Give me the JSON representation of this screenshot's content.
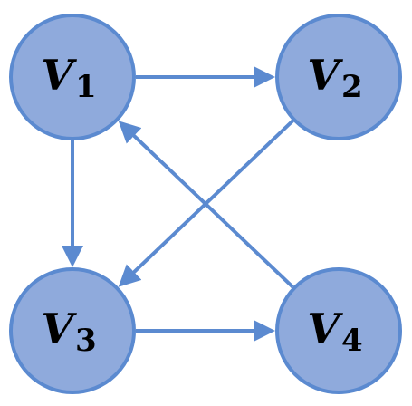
{
  "colors": {
    "node_fill": "#8faadc",
    "node_stroke": "#5b8ad0",
    "edge": "#5b8ad0",
    "label": "#000000"
  },
  "nodes": [
    {
      "id": "v1",
      "letter": "V",
      "subscript": "1"
    },
    {
      "id": "v2",
      "letter": "V",
      "subscript": "2"
    },
    {
      "id": "v3",
      "letter": "V",
      "subscript": "3"
    },
    {
      "id": "v4",
      "letter": "V",
      "subscript": "4"
    }
  ],
  "edges": [
    {
      "from": "v1",
      "to": "v2"
    },
    {
      "from": "v1",
      "to": "v3"
    },
    {
      "from": "v2",
      "to": "v3"
    },
    {
      "from": "v3",
      "to": "v4"
    },
    {
      "from": "v4",
      "to": "v1"
    }
  ]
}
